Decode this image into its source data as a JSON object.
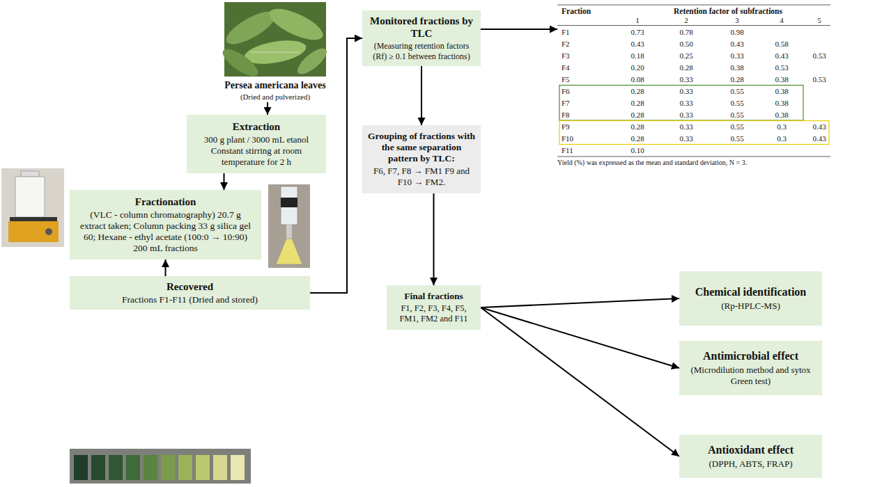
{
  "diagram": {
    "nodes": [
      {
        "text": [
          "Persea americana leaves",
          "(Dried and pulverized)"
        ]
      },
      {
        "text": [
          "Extraction",
          "300 g plant / 3000 mL etanol Constant stirring at room temperature for 2 h"
        ]
      },
      {
        "text": [
          "Fractionation",
          "(VLC - column chromatography) 20.7 g extract taken; Column packing 33 g silica gel 60; Hexane - ethyl acetate (100:0 → 10:90) 200 mL fractions"
        ]
      },
      {
        "text": [
          "Recovered",
          "Fractions F1-F11 (Dried and stored)"
        ]
      },
      {
        "text": [
          "Monitored fractions by TLC",
          "(Measuring retention factors (Rf) ≥ 0.1 between fractions)"
        ]
      },
      {
        "text": [
          "Fraction",
          "Retention factor of subfractions"
        ]
      },
      {
        "text": [
          "Grouping of fractions with the same separation pattern by TLC:",
          "F6, F7, F8 → FM1 F9 and F10 → FM2."
        ]
      },
      {
        "text": [
          "Final fractions",
          "F1, F2, F3, F4, F5, FM1, FM2 and F11"
        ]
      },
      {
        "text": [
          "Chemical identification",
          "(Rp-HPLC-MS)"
        ]
      },
      {
        "text": [
          "Antimicrobial effect",
          "(Microdilution method and sytox Green test)"
        ]
      },
      {
        "text": [
          "Antioxidant effect",
          "(DPPH, ABTS, FRAP)"
        ]
      }
    ],
    "edges": [
      {
        "from": 0,
        "to": 1,
        "arrow": "to"
      },
      {
        "from": 1,
        "to": 2,
        "arrow": "to"
      },
      {
        "from": 3,
        "to": 2,
        "arrow": "to"
      },
      {
        "from": 3,
        "to": 4,
        "arrow": "to"
      },
      {
        "from": 4,
        "to": 5,
        "arrow": "to"
      },
      {
        "from": 4,
        "to": 6,
        "arrow": "to"
      },
      {
        "from": 6,
        "to": 7,
        "arrow": "to"
      },
      {
        "from": 7,
        "to": 8,
        "arrow": "to"
      },
      {
        "from": 7,
        "to": 9,
        "arrow": "to"
      },
      {
        "from": 7,
        "to": 10,
        "arrow": "to"
      }
    ],
    "labels": [
      "1",
      "2",
      "3",
      "4",
      "5",
      "F1",
      "0.73",
      "0.78",
      "0.98",
      "F2",
      "0.43",
      "0.50",
      "0.43",
      "0.58",
      "F3",
      "0.18",
      "0.25",
      "0.33",
      "0.43",
      "0.53",
      "F4",
      "0.20",
      "0.28",
      "0.38",
      "0.53",
      "F5",
      "0.08",
      "0.33",
      "0.28",
      "0.38",
      "0.53",
      "F6",
      "0.28",
      "0.33",
      "0.55",
      "0.38",
      "F7",
      "0.28",
      "0.33",
      "0.55",
      "0.38",
      "F8",
      "0.28",
      "0.33",
      "0.55",
      "0.38",
      "F9",
      "0.28",
      "0.33",
      "0.55",
      "0.3",
      "0.43",
      "F10",
      "0.28",
      "0.33",
      "0.55",
      "0.3",
      "0.43",
      "F11",
      "0.10",
      "Yield (%) was expressed as the mean and standard deviation, N = 3."
    ]
  }
}
